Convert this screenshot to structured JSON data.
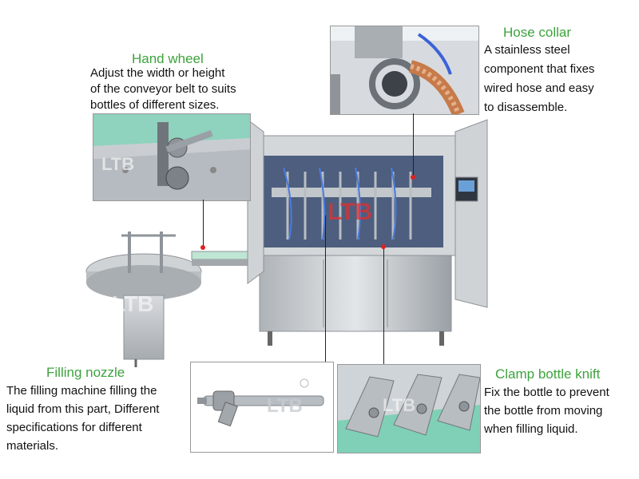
{
  "callouts": {
    "hand_wheel": {
      "title": "Hand wheel",
      "desc_lines": [
        "Adjust the width or height",
        "of the conveyor belt to suits",
        "bottles of different sizes."
      ]
    },
    "hose_collar": {
      "title": "Hose collar",
      "desc_lines": [
        "A stainless steel",
        "component that fixes",
        "wired hose and easy",
        "to disassemble."
      ]
    },
    "filling_nozzle": {
      "title": "Filling nozzle",
      "desc_lines": [
        "The filling machine filling the",
        "liquid from this part, Different",
        "specifications for different",
        "materials."
      ]
    },
    "clamp_bottle_knift": {
      "title": "Clamp bottle knift",
      "desc_lines": [
        "Fix the bottle to prevent",
        "the bottle from moving",
        "when filling liquid."
      ]
    }
  },
  "watermark": "LTB",
  "colors": {
    "title_green": "#3da33d",
    "steel": "#c9cdd1",
    "steel_dark": "#8e949a",
    "conveyor_green": "#9fd9c4",
    "hose_blue": "#3b62d8",
    "leader": "#222222"
  }
}
